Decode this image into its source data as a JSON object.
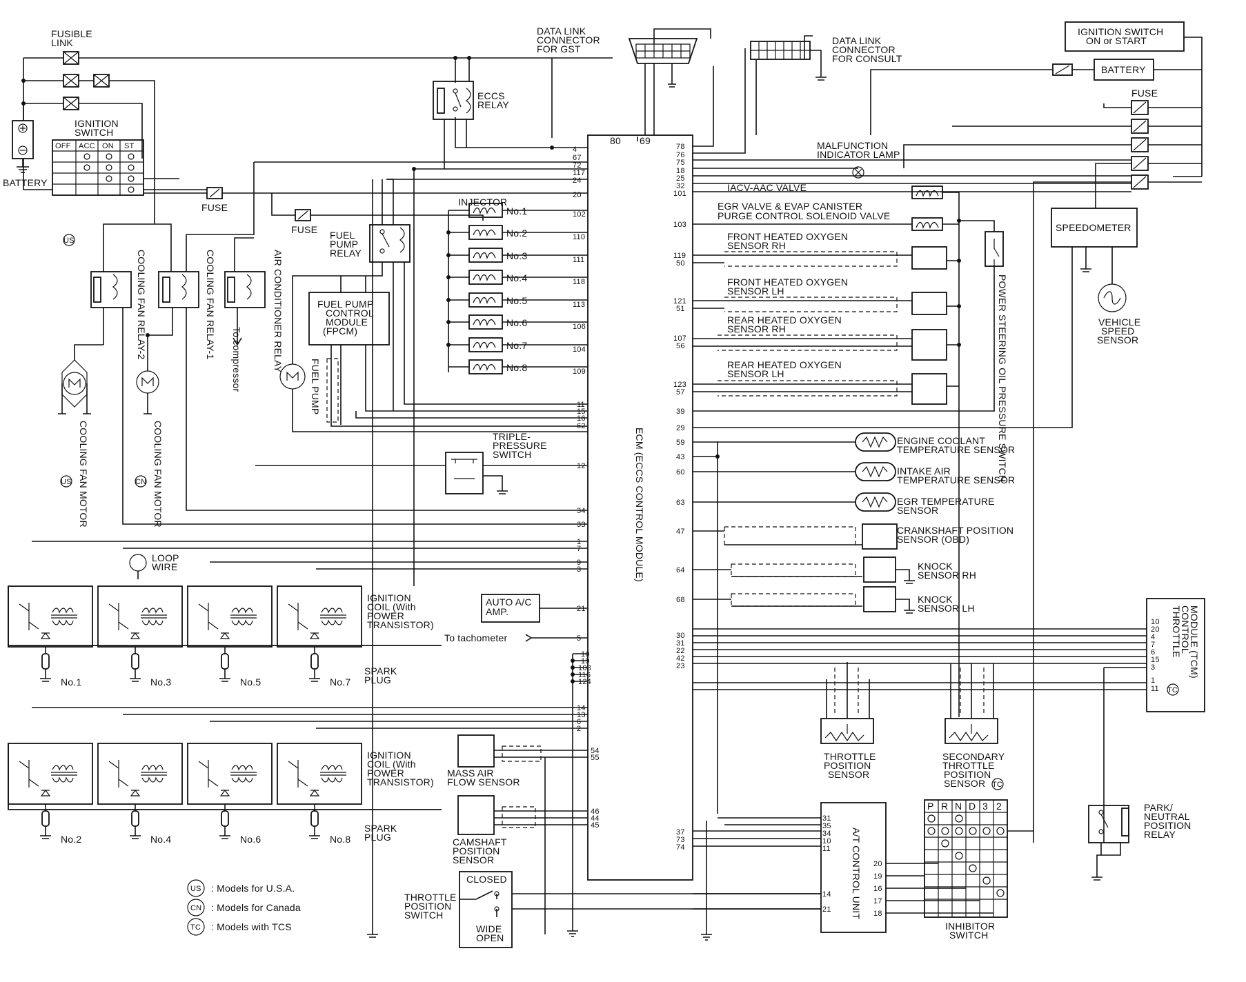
{
  "labels": {
    "fusible_link": [
      "FUSIBLE",
      "LINK"
    ],
    "battery_left": "BATTERY",
    "ignition_switch": [
      "IGNITION",
      "SWITCH"
    ],
    "ignition_positions": [
      "OFF",
      "ACC",
      "ON",
      "ST"
    ],
    "fuse": "FUSE",
    "data_link_gst": [
      "DATA LINK",
      "CONNECTOR",
      "FOR GST"
    ],
    "eccs_relay": [
      "ECCS",
      "RELAY"
    ],
    "data_link_consult": [
      "DATA LINK",
      "CONNECTOR",
      "FOR CONSULT"
    ],
    "ign_switch_on_start": [
      "IGNITION SWITCH",
      "ON or START"
    ],
    "battery_right": "BATTERY",
    "fuse_right": "FUSE",
    "mil": [
      "MALFUNCTION",
      "INDICATOR LAMP"
    ],
    "iacv": "IACV-AAC VALVE",
    "egr_valve": [
      "EGR VALVE & EVAP CANISTER",
      "PURGE CONTROL SOLENOID VALVE"
    ],
    "front_o2_rh": [
      "FRONT HEATED OXYGEN",
      "SENSOR  RH"
    ],
    "front_o2_lh": [
      "FRONT HEATED OXYGEN",
      "SENSOR  LH"
    ],
    "rear_o2_rh": [
      "REAR HEATED OXYGEN",
      "SENSOR  RH"
    ],
    "rear_o2_lh": [
      "REAR HEATED OXYGEN",
      "SENSOR  LH"
    ],
    "speedometer": "SPEEDOMETER",
    "vss": [
      "VEHICLE",
      "SPEED",
      "SENSOR"
    ],
    "ps_switch": "POWER STEERING OIL PRESSURE SWITCH",
    "injector": "INJECTOR",
    "injectors": [
      "No.1",
      "No.2",
      "No.3",
      "No.4",
      "No.5",
      "No.6",
      "No.7",
      "No.8"
    ],
    "fuel_pump_relay": [
      "FUEL",
      "PUMP",
      "RELAY"
    ],
    "fpcm": [
      "FUEL PUMP",
      "CONTROL",
      "MODULE",
      "(FPCM)"
    ],
    "fuel_pump": "FUEL PUMP",
    "cooling_fan_relay_2": "COOLING FAN RELAY-2",
    "cooling_fan_relay_1": "COOLING FAN RELAY-1",
    "ac_relay": "AIR CONDITIONER RELAY",
    "to_compressor": "To compressor",
    "cooling_fan_motor_us": "COOLING FAN MOTOR",
    "cooling_fan_motor_cn": "COOLING FAN MOTOR",
    "triple_pressure": [
      "TRIPLE-",
      "PRESSURE",
      "SWITCH"
    ],
    "ecm": "ECM (ECCS CONTROL MODULE)",
    "ect": [
      "ENGINE COOLANT",
      "TEMPERATURE SENSOR"
    ],
    "iat": [
      "INTAKE AIR",
      "TEMPERATURE SENSOR"
    ],
    "egr_temp": [
      "EGR TEMPERATURE",
      "SENSOR"
    ],
    "ckp": [
      "CRANKSHAFT POSITION",
      "SENSOR (OBD)"
    ],
    "knock_rh": [
      "KNOCK",
      "SENSOR RH"
    ],
    "knock_lh": [
      "KNOCK",
      "SENSOR LH"
    ],
    "loop_wire": [
      "LOOP",
      "WIRE"
    ],
    "ign_coil": [
      "IGNITION",
      "COIL (With",
      "POWER",
      "TRANSISTOR)"
    ],
    "spark_plug": [
      "SPARK",
      "PLUG"
    ],
    "plugs_top": [
      "No.1",
      "No.3",
      "No.5",
      "No.7"
    ],
    "plugs_bottom": [
      "No.2",
      "No.4",
      "No.6",
      "No.8"
    ],
    "auto_ac": [
      "AUTO A/C",
      "AMP."
    ],
    "to_tachometer": "To tachometer",
    "tcm": [
      "THROTTLE",
      "CONTROL",
      "MODULE (TCM)"
    ],
    "tps": [
      "THROTTLE",
      "POSITION",
      "SENSOR"
    ],
    "secondary_tps": [
      "SECONDARY",
      "THROTTLE",
      "POSITION",
      "SENSOR"
    ],
    "maf": [
      "MASS AIR",
      "FLOW SENSOR"
    ],
    "cmp": [
      "CAMSHAFT",
      "POSITION",
      "SENSOR"
    ],
    "tp_switch": [
      "THROTTLE",
      "POSITION",
      "SWITCH"
    ],
    "closed": "CLOSED",
    "wide_open": [
      "WIDE",
      "OPEN"
    ],
    "at_control": "A/T CONTROL UNIT",
    "inhibitor_cols": [
      "P",
      "R",
      "N",
      "D",
      "3",
      "2"
    ],
    "inhibitor": [
      "INHIBITOR",
      "SWITCH"
    ],
    "pn_relay": [
      "PARK/",
      "NEUTRAL",
      "POSITION",
      "RELAY"
    ],
    "badge_us": "US",
    "badge_cn": "CN",
    "badge_tc": "TC"
  },
  "legend": [
    {
      "badge": "US",
      "text": ": Models for U.S.A."
    },
    {
      "badge": "CN",
      "text": ": Models for Canada"
    },
    {
      "badge": "TC",
      "text": ": Models with TCS"
    }
  ],
  "pins": {
    "ecm_top": [
      "80",
      "69"
    ],
    "ecm_left_power": [
      "4",
      "67",
      "72",
      "117",
      "24"
    ],
    "ecm_left_20": "20",
    "injectors": [
      "102",
      "110",
      "111",
      "118",
      "113",
      "106",
      "104",
      "109"
    ],
    "ecm_left_fp": [
      "11",
      "15",
      "16",
      "62"
    ],
    "ecm_left_12": "12",
    "ecm_left_34": "34",
    "ecm_left_33": "33",
    "ecm_left_coil_a": [
      "1",
      "7"
    ],
    "ecm_left_coil_b": [
      "9",
      "3"
    ],
    "ecm_left_21": "21",
    "ecm_left_5": "5",
    "ecm_left_gnd_a": [
      "10",
      "19",
      "108",
      "116",
      "124"
    ],
    "ecm_left_coil2": [
      "14",
      "13",
      "6",
      "2"
    ],
    "ecm_left_maf": [
      "54",
      "55"
    ],
    "ecm_left_cmp": [
      "46",
      "44",
      "45"
    ],
    "ecm_right_top": [
      "78",
      "76",
      "75",
      "18",
      "25",
      "32",
      "101"
    ],
    "ecm_right_103": "103",
    "ecm_right_o2": [
      "119",
      "50",
      "121",
      "51",
      "107",
      "56",
      "123",
      "57"
    ],
    "ecm_right_mid": [
      "39",
      "29",
      "59",
      "43",
      "60",
      "63",
      "47",
      "64",
      "68"
    ],
    "ecm_right_tcm": [
      "30",
      "31",
      "22",
      "42",
      "23"
    ],
    "ecm_right_at": [
      "37",
      "73",
      "74"
    ],
    "at_left": [
      "31",
      "35",
      "34",
      "10",
      "11"
    ],
    "at_left_low": [
      "14",
      "21"
    ],
    "at_right": [
      "20",
      "19",
      "16",
      "17",
      "18"
    ],
    "tcm_pins": [
      "10",
      "20",
      "4",
      "7",
      "6",
      "15",
      "3",
      "1",
      "11"
    ]
  }
}
